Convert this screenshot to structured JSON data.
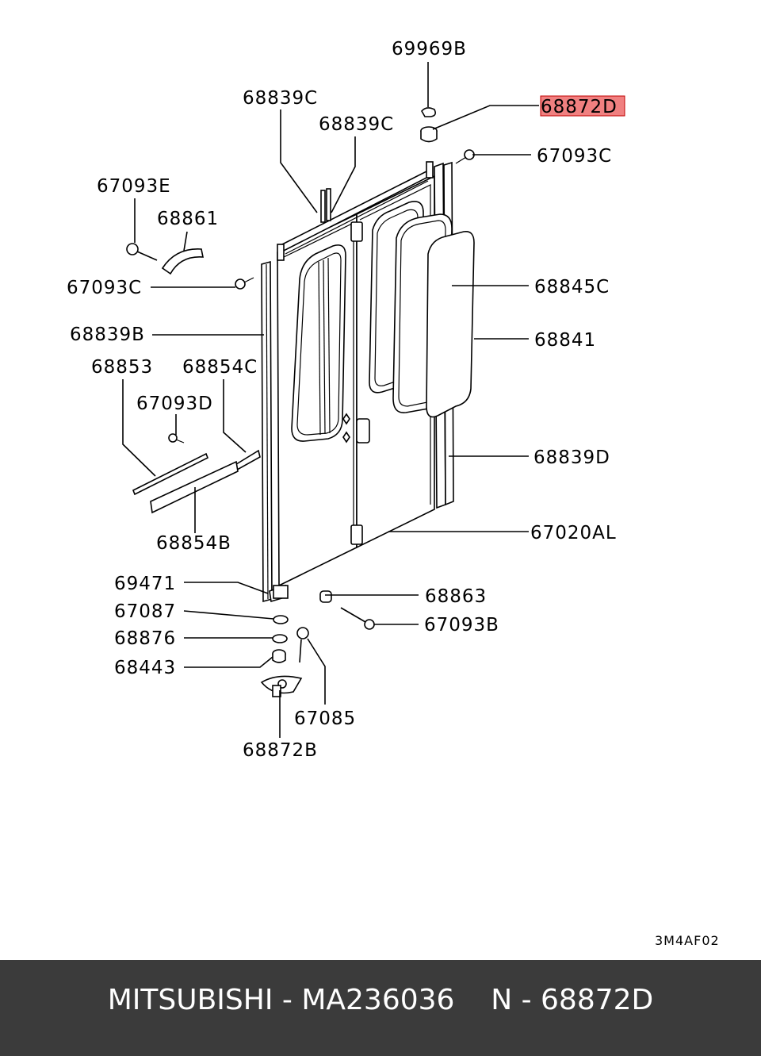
{
  "diagram": {
    "highlight_color": "#f08080",
    "labels": {
      "p69969B": "69969B",
      "p68872D": "68872D",
      "p68839C_a": "68839C",
      "p68839C_b": "68839C",
      "p67093C_top": "67093C",
      "p67093E": "67093E",
      "p68861": "68861",
      "p67093C_left": "67093C",
      "p68845C": "68845C",
      "p68839B": "68839B",
      "p68841": "68841",
      "p68853": "68853",
      "p68854C": "68854C",
      "p67093D": "67093D",
      "p68839D": "68839D",
      "p67020AL": "67020AL",
      "p68854B": "68854B",
      "p69471": "69471",
      "p68863": "68863",
      "p67087": "67087",
      "p67093B": "67093B",
      "p68876": "68876",
      "p68443": "68443",
      "p67085": "67085",
      "p68872B": "68872B"
    },
    "drawing_code": "3M4AF02"
  },
  "footer": {
    "text": "MITSUBISHI - MA236036    N - 68872D"
  }
}
